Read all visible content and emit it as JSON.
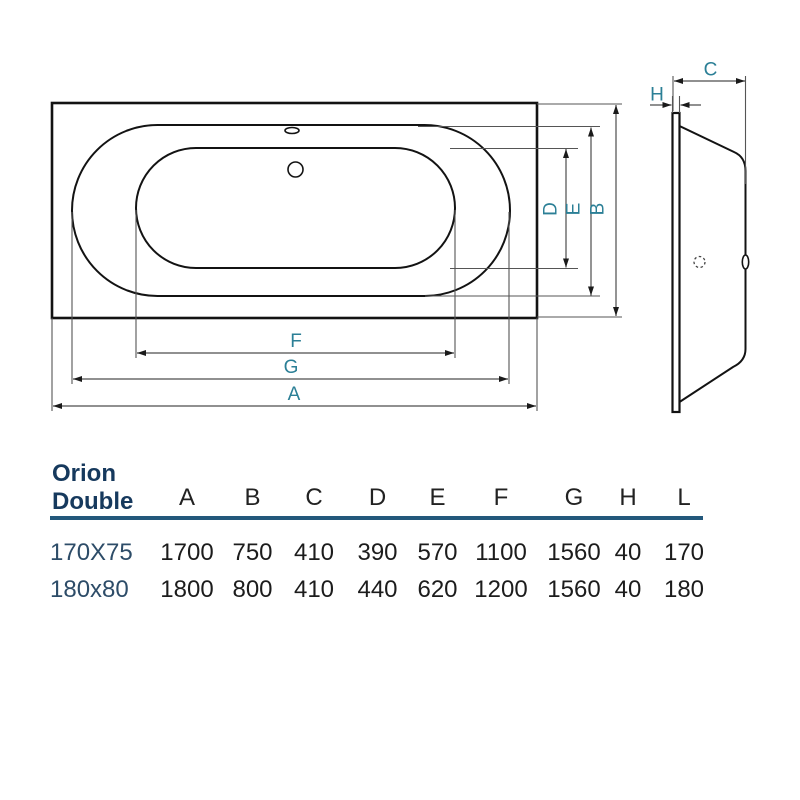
{
  "diagram": {
    "top_view": {
      "label_a": "A",
      "label_b": "B",
      "label_d": "D",
      "label_e": "E",
      "label_f": "F",
      "label_g": "G"
    },
    "side_view": {
      "label_c": "C",
      "label_h": "H"
    }
  },
  "table": {
    "title_line1": "Orion",
    "title_line2": "Double",
    "columns": [
      "A",
      "B",
      "C",
      "D",
      "E",
      "F",
      "G",
      "H",
      "L"
    ],
    "rows": [
      {
        "model": "170X75",
        "values": [
          "1700",
          "750",
          "410",
          "390",
          "570",
          "1100",
          "1560",
          "40",
          "170"
        ]
      },
      {
        "model": "180x80",
        "values": [
          "1800",
          "800",
          "410",
          "440",
          "620",
          "1200",
          "1560",
          "40",
          "180"
        ]
      }
    ]
  },
  "colors": {
    "accent_teal": "#2b7f96",
    "title_navy": "#16395d",
    "row_label_navy": "#2d4c68",
    "rule_blue": "#23587b",
    "line_black": "#131313",
    "dimension_gray": "#4d4d4d"
  }
}
